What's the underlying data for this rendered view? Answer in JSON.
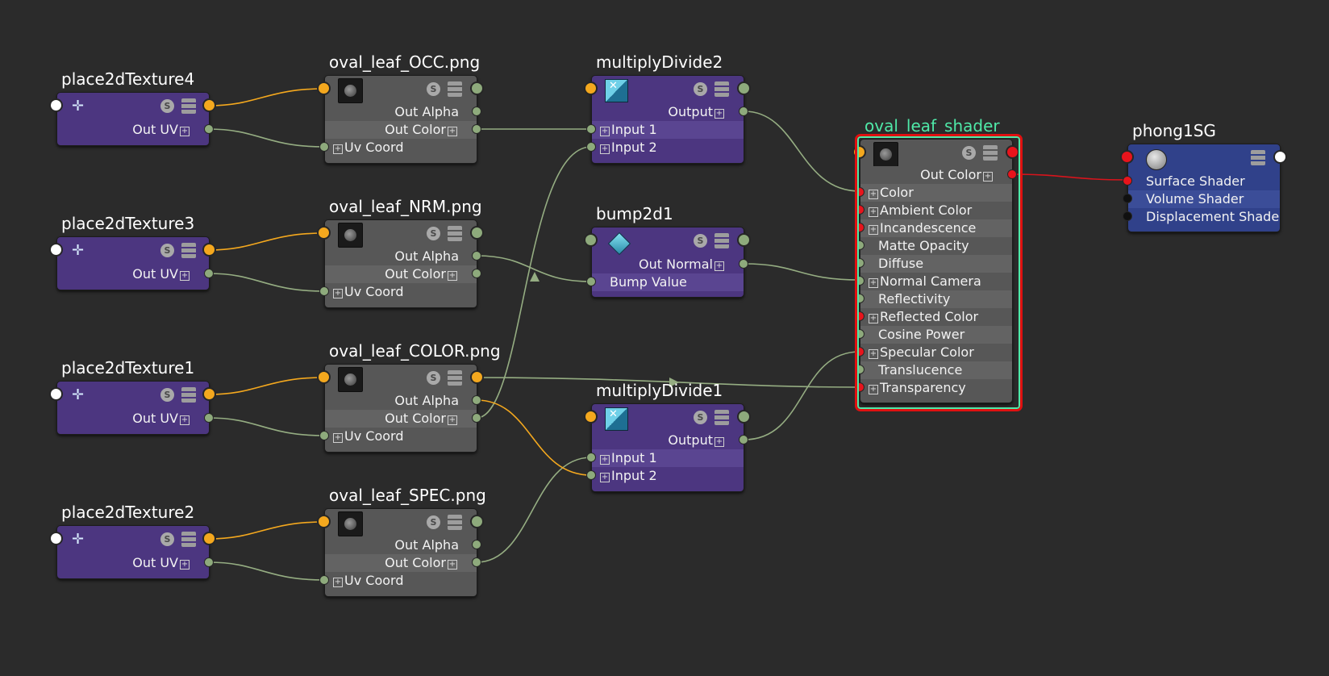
{
  "nodes": {
    "place2dTexture4": {
      "title": "place2dTexture4",
      "out_uv": "Out UV"
    },
    "place2dTexture3": {
      "title": "place2dTexture3",
      "out_uv": "Out UV"
    },
    "place2dTexture1": {
      "title": "place2dTexture1",
      "out_uv": "Out UV"
    },
    "place2dTexture2": {
      "title": "place2dTexture2",
      "out_uv": "Out UV"
    },
    "occ": {
      "title": "oval_leaf_OCC.png",
      "out_alpha": "Out Alpha",
      "out_color": "Out Color",
      "uv_coord": "Uv Coord"
    },
    "nrm": {
      "title": "oval_leaf_NRM.png",
      "out_alpha": "Out Alpha",
      "out_color": "Out Color",
      "uv_coord": "Uv Coord"
    },
    "color": {
      "title": "oval_leaf_COLOR.png",
      "out_alpha": "Out Alpha",
      "out_color": "Out Color",
      "uv_coord": "Uv Coord"
    },
    "spec": {
      "title": "oval_leaf_SPEC.png",
      "out_alpha": "Out Alpha",
      "out_color": "Out Color",
      "uv_coord": "Uv Coord"
    },
    "multiplyDivide2": {
      "title": "multiplyDivide2",
      "output": "Output",
      "input1": "Input 1",
      "input2": "Input 2"
    },
    "multiplyDivide1": {
      "title": "multiplyDivide1",
      "output": "Output",
      "input1": "Input 1",
      "input2": "Input 2"
    },
    "bump2d1": {
      "title": "bump2d1",
      "out_normal": "Out Normal",
      "bump_value": "Bump Value"
    },
    "shader": {
      "title": "oval_leaf_shader",
      "out_color": "Out Color",
      "attrs": [
        "Color",
        "Ambient Color",
        "Incandescence",
        "Matte Opacity",
        "Diffuse",
        "Normal Camera",
        "Reflectivity",
        "Reflected Color",
        "Cosine Power",
        "Specular Color",
        "Translucence",
        "Transparency"
      ]
    },
    "phong1SG": {
      "title": "phong1SG",
      "attrs": [
        "Surface Shader",
        "Volume Shader",
        "Displacement Shader"
      ]
    }
  },
  "colors": {
    "background": "#2b2b2b",
    "utility_node": "#4c3680",
    "file_node": "#575757",
    "shading_group": "#30418a",
    "port_green": "#8eaa7c",
    "port_orange": "#f4a81e",
    "port_red": "#e8141c",
    "wire_green": "#95ad82",
    "wire_orange": "#f4a81e",
    "wire_red": "#d8141c",
    "selected_title": "#4fe9a8"
  },
  "icons": {
    "s_button": "S"
  }
}
